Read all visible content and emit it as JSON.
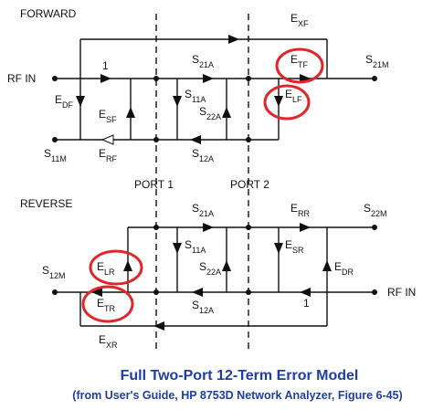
{
  "sections": {
    "forward": "FORWARD",
    "reverse": "REVERSE"
  },
  "ports": {
    "port1": "PORT 1",
    "port2": "PORT 2"
  },
  "forward": {
    "rf_in": "RF IN",
    "one": "1",
    "e_df": {
      "main": "E",
      "sub": "DF"
    },
    "e_sf": {
      "main": "E",
      "sub": "SF"
    },
    "e_rf": {
      "main": "E",
      "sub": "RF"
    },
    "s11m": {
      "main": "S",
      "sub": "11M"
    },
    "s21a": {
      "main": "S",
      "sub": "21A"
    },
    "s11a": {
      "main": "S",
      "sub": "11A"
    },
    "s22a": {
      "main": "S",
      "sub": "22A"
    },
    "s12a": {
      "main": "S",
      "sub": "12A"
    },
    "e_xf": {
      "main": "E",
      "sub": "XF"
    },
    "e_tf": {
      "main": "E",
      "sub": "TF"
    },
    "e_lf": {
      "main": "E",
      "sub": "LF"
    },
    "s21m": {
      "main": "S",
      "sub": "21M"
    }
  },
  "reverse": {
    "rf_in": "RF IN",
    "one": "1",
    "s12m": {
      "main": "S",
      "sub": "12M"
    },
    "s21a": {
      "main": "S",
      "sub": "21A"
    },
    "s11a": {
      "main": "S",
      "sub": "11A"
    },
    "s22a": {
      "main": "S",
      "sub": "22A"
    },
    "s12a": {
      "main": "S",
      "sub": "12A"
    },
    "e_rr": {
      "main": "E",
      "sub": "RR"
    },
    "s22m": {
      "main": "S",
      "sub": "22M"
    },
    "e_sr": {
      "main": "E",
      "sub": "SR"
    },
    "e_dr": {
      "main": "E",
      "sub": "DR"
    },
    "e_lr": {
      "main": "E",
      "sub": "LR"
    },
    "e_tr": {
      "main": "E",
      "sub": "TR"
    },
    "e_xr": {
      "main": "E",
      "sub": "XR"
    }
  },
  "caption": {
    "title": "Full Two-Port 12-Term Error Model",
    "source": "(from User's Guide, HP 8753D Network Analyzer, Figure 6-45)"
  },
  "colors": {
    "line": "#111111",
    "highlight": "#e0262a",
    "caption": "#1f3fa0"
  }
}
